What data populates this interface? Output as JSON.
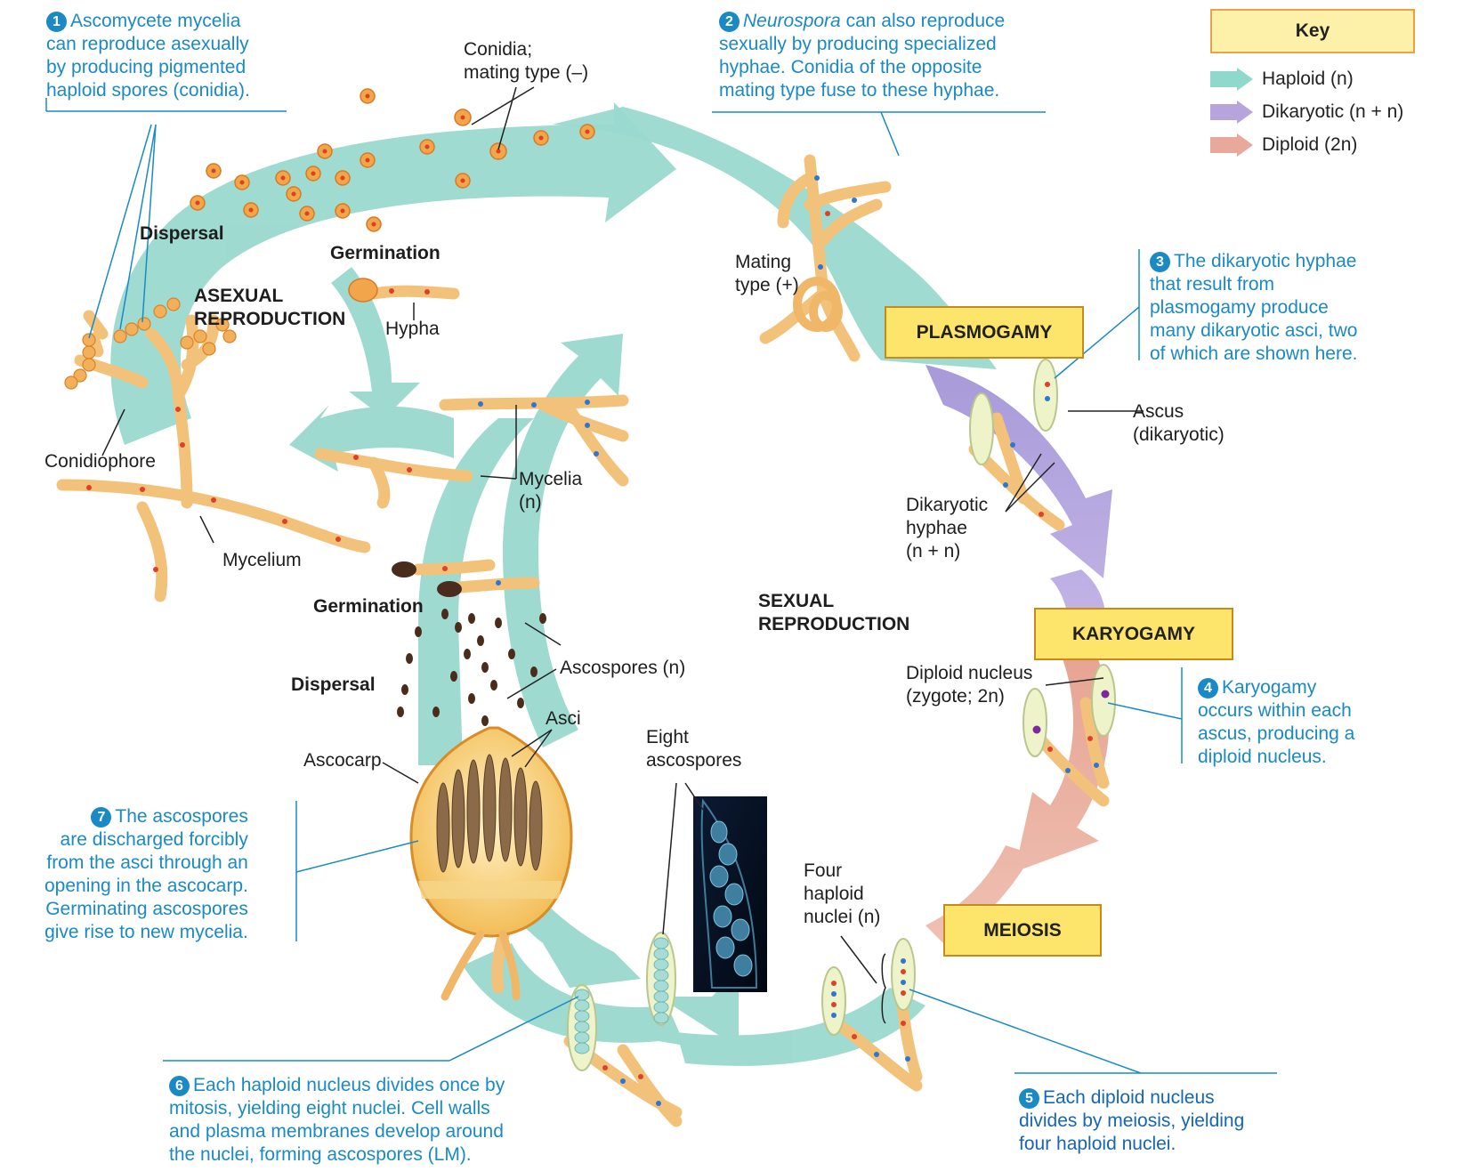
{
  "key": {
    "title": "Key",
    "items": [
      {
        "label": "Haploid (n)",
        "color": "#8ed8cc"
      },
      {
        "label": "Dikaryotic (n + n)",
        "color": "#b8a4dc"
      },
      {
        "label": "Diploid (2n)",
        "color": "#e8a99c"
      }
    ]
  },
  "steps": [
    {
      "num": "1",
      "text": "Ascomycete mycelia\ncan reproduce asexually\nby producing pigmented\nhaploid spores (conidia)."
    },
    {
      "num": "2",
      "text_italic": "Neurospora",
      "text": " can also reproduce\nsexually by producing specialized\nhyphae. Conidia of the opposite\nmating type fuse to these hyphae."
    },
    {
      "num": "3",
      "text": "The dikaryotic hyphae\nthat result from\nplasmogamy produce\nmany dikaryotic asci, two\nof which are shown here."
    },
    {
      "num": "4",
      "text": "Karyogamy\noccurs within each\nascus, producing a\ndiploid nucleus."
    },
    {
      "num": "5",
      "text": "Each diploid nucleus\ndivides by meiosis, yielding\nfour haploid nuclei."
    },
    {
      "num": "6",
      "text": "Each haploid nucleus divides once by\nmitosis, yielding eight nuclei. Cell walls\nand plasma membranes develop around\nthe nuclei, forming ascospores (LM)."
    },
    {
      "num": "7",
      "text": "The ascospores\nare discharged forcibly\nfrom the asci through an\nopening in the ascocarp.\nGerminating ascospores\ngive rise to new mycelia."
    }
  ],
  "stages": {
    "plasmogamy": "PLASMOGAMY",
    "karyogamy": "KARYOGAMY",
    "meiosis": "MEIOSIS"
  },
  "labels": {
    "dispersal_top": "Dispersal",
    "germination_top": "Germination",
    "asexual": "ASEXUAL\nREPRODUCTION",
    "hypha": "Hypha",
    "conidia": "Conidia;\nmating type (–)",
    "conidiophore": "Conidiophore",
    "mycelium": "Mycelium",
    "mycelia": "Mycelia\n(n)",
    "mating_type": "Mating\ntype (+)",
    "ascus": "Ascus\n(dikaryotic)",
    "dikaryotic_hyphae": "Dikaryotic\nhyphae\n(n + n)",
    "sexual": "SEXUAL\nREPRODUCTION",
    "germination_bottom": "Germination",
    "dispersal_bottom": "Dispersal",
    "ascospores": "Ascospores (n)",
    "asci": "Asci",
    "ascocarp": "Ascocarp",
    "eight_ascospores": "Eight\nascospores",
    "diploid_nucleus": "Diploid nucleus\n(zygote; 2n)",
    "four_haploid": "Four\nhaploid\nnuclei (n)"
  }
}
